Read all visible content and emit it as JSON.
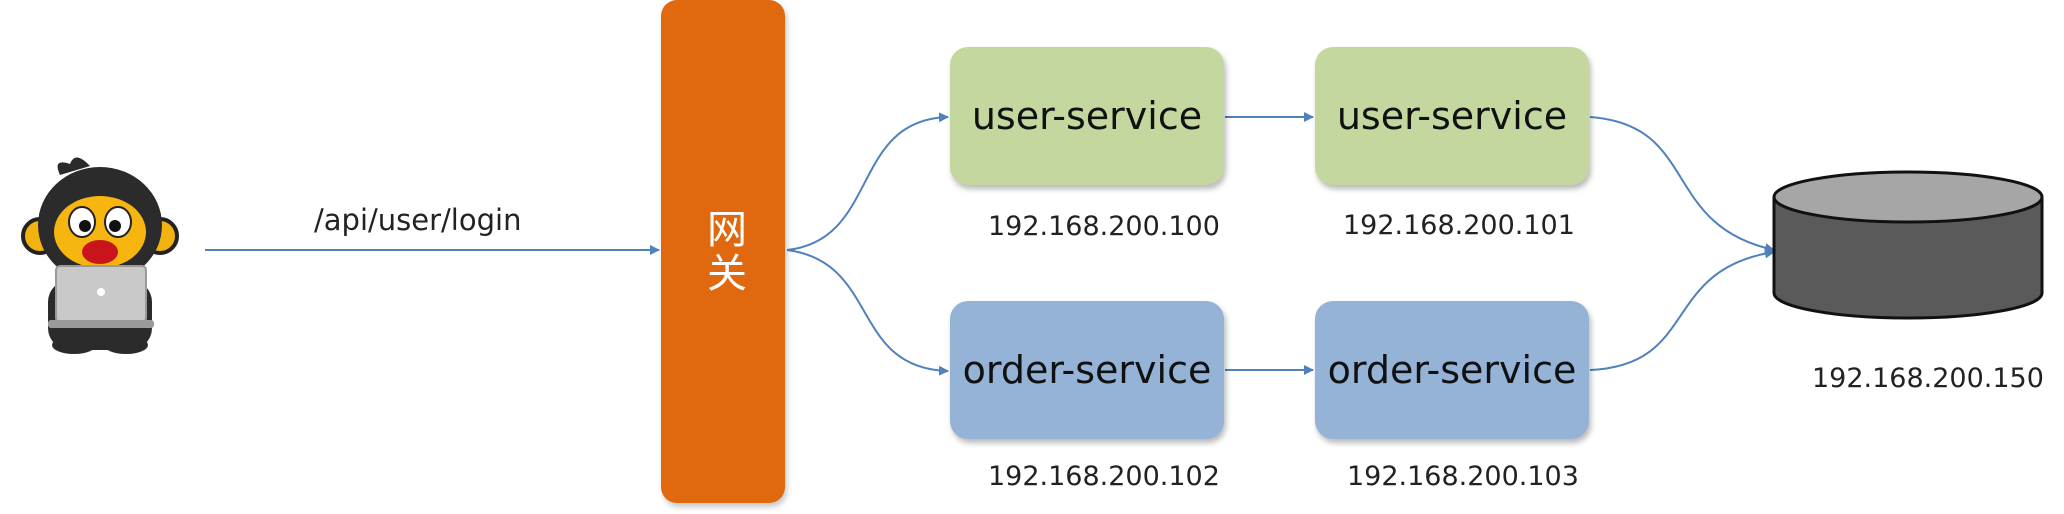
{
  "request_path": "/api/user/login",
  "gateway": {
    "label": "网关",
    "color": "#e0680e"
  },
  "services": [
    {
      "name": "user-service",
      "ip": "192.168.200.100",
      "color": "#c4d79f"
    },
    {
      "name": "user-service",
      "ip": "192.168.200.101",
      "color": "#c4d79f"
    },
    {
      "name": "order-service",
      "ip": "192.168.200.102",
      "color": "#95b3d7"
    },
    {
      "name": "order-service",
      "ip": "192.168.200.103",
      "color": "#95b3d7"
    }
  ],
  "database": {
    "ip": "192.168.200.150",
    "color": "#5a5a5a"
  },
  "arrow_color": "#4f81bd"
}
